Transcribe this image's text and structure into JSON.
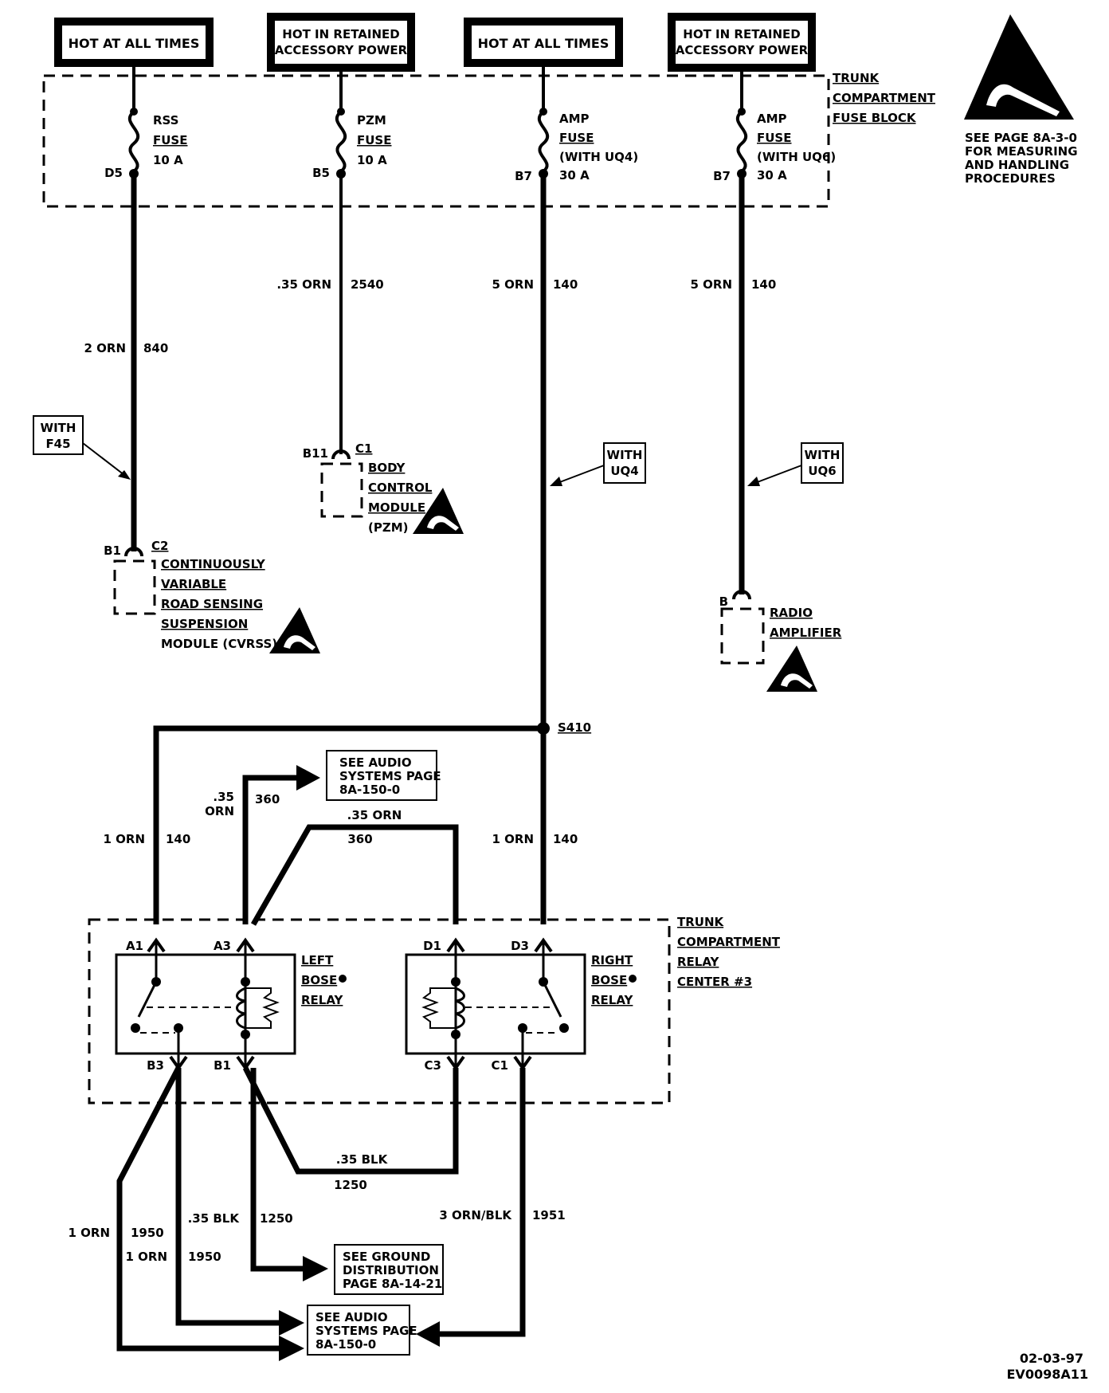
{
  "colors": {
    "ink": "#000000",
    "paper": "#ffffff"
  },
  "power_sources": [
    {
      "label": "HOT AT ALL TIMES"
    },
    {
      "label": [
        "HOT IN RETAINED",
        "ACCESSORY POWER"
      ]
    },
    {
      "label": "HOT AT ALL TIMES"
    },
    {
      "label": [
        "HOT IN RETAINED",
        "ACCESSORY POWER"
      ]
    }
  ],
  "fuse_block": {
    "name": [
      "TRUNK",
      "COMPARTMENT",
      "FUSE BLOCK"
    ],
    "fuses": [
      {
        "label": [
          "RSS",
          "FUSE",
          "10 A"
        ],
        "cavity": "D5"
      },
      {
        "label": [
          "PZM",
          "FUSE",
          "10 A"
        ],
        "cavity": "B5"
      },
      {
        "label": [
          "AMP",
          "FUSE",
          "(WITH UQ4)",
          "30 A"
        ],
        "cavity": "B7"
      },
      {
        "label": [
          "AMP",
          "FUSE",
          "(WITH UQ6)",
          "30 A"
        ],
        "cavity": "B7"
      }
    ]
  },
  "esd_note": [
    "SEE PAGE 8A-3-0",
    "FOR MEASURING",
    "AND HANDLING",
    "PROCEDURES"
  ],
  "wires": {
    "w840": {
      "gauge": "2 ORN",
      "circuit": "840"
    },
    "w2540": {
      "gauge": ".35 ORN",
      "circuit": "2540"
    },
    "w140a": {
      "gauge": "5 ORN",
      "circuit": "140"
    },
    "w140b": {
      "gauge": "5 ORN",
      "circuit": "140"
    },
    "w140c": {
      "gauge": "1 ORN",
      "circuit": "140"
    },
    "w140d": {
      "gauge": "1 ORN",
      "circuit": "140"
    },
    "w360a": {
      "gauge": [
        ".35",
        "ORN"
      ],
      "circuit": "360"
    },
    "w360b": {
      "gauge": ".35 ORN",
      "circuit": "360"
    },
    "w1250a": {
      "gauge": ".35 BLK",
      "circuit": "1250"
    },
    "w1250b": {
      "gauge": ".35 BLK",
      "circuit": "1250"
    },
    "w1950a": {
      "gauge": "1 ORN",
      "circuit": "1950"
    },
    "w1950b": {
      "gauge": "1 ORN",
      "circuit": "1950"
    },
    "w1951": {
      "gauge": "3 ORN/BLK",
      "circuit": "1951"
    }
  },
  "options": {
    "f45": [
      "WITH",
      "F45"
    ],
    "uq4": [
      "WITH",
      "UQ4"
    ],
    "uq6": [
      "WITH",
      "UQ6"
    ]
  },
  "components": {
    "cvrss": {
      "connector": "C2",
      "pin": "B1",
      "name": [
        "CONTINUOUSLY",
        "VARIABLE",
        "ROAD SENSING",
        "SUSPENSION",
        "MODULE (CVRSS)"
      ]
    },
    "bcm": {
      "connector": "C1",
      "pin": "B11",
      "name": [
        "BODY",
        "CONTROL",
        "MODULE",
        "(PZM)"
      ]
    },
    "amp": {
      "pin": "B",
      "name": [
        "RADIO",
        "AMPLIFIER"
      ]
    }
  },
  "splice": "S410",
  "refs": {
    "audio_top": [
      "SEE AUDIO",
      "SYSTEMS PAGE",
      "8A-150-0"
    ],
    "ground": [
      "SEE GROUND",
      "DISTRIBUTION",
      "PAGE 8A-14-21"
    ],
    "audio_bottom": [
      "SEE AUDIO",
      "SYSTEMS PAGE",
      "8A-150-0"
    ]
  },
  "relay_center": {
    "name": [
      "TRUNK",
      "COMPARTMENT",
      "RELAY",
      "CENTER #3"
    ],
    "left_relay": {
      "name": [
        "LEFT",
        "BOSE",
        "RELAY"
      ],
      "pins": [
        "A1",
        "A3",
        "B3",
        "B1"
      ]
    },
    "right_relay": {
      "name": [
        "RIGHT",
        "BOSE",
        "RELAY"
      ],
      "pins": [
        "D1",
        "D3",
        "C3",
        "C1"
      ]
    }
  },
  "footer": {
    "date": "02-03-97",
    "code": "EV0098A11"
  }
}
